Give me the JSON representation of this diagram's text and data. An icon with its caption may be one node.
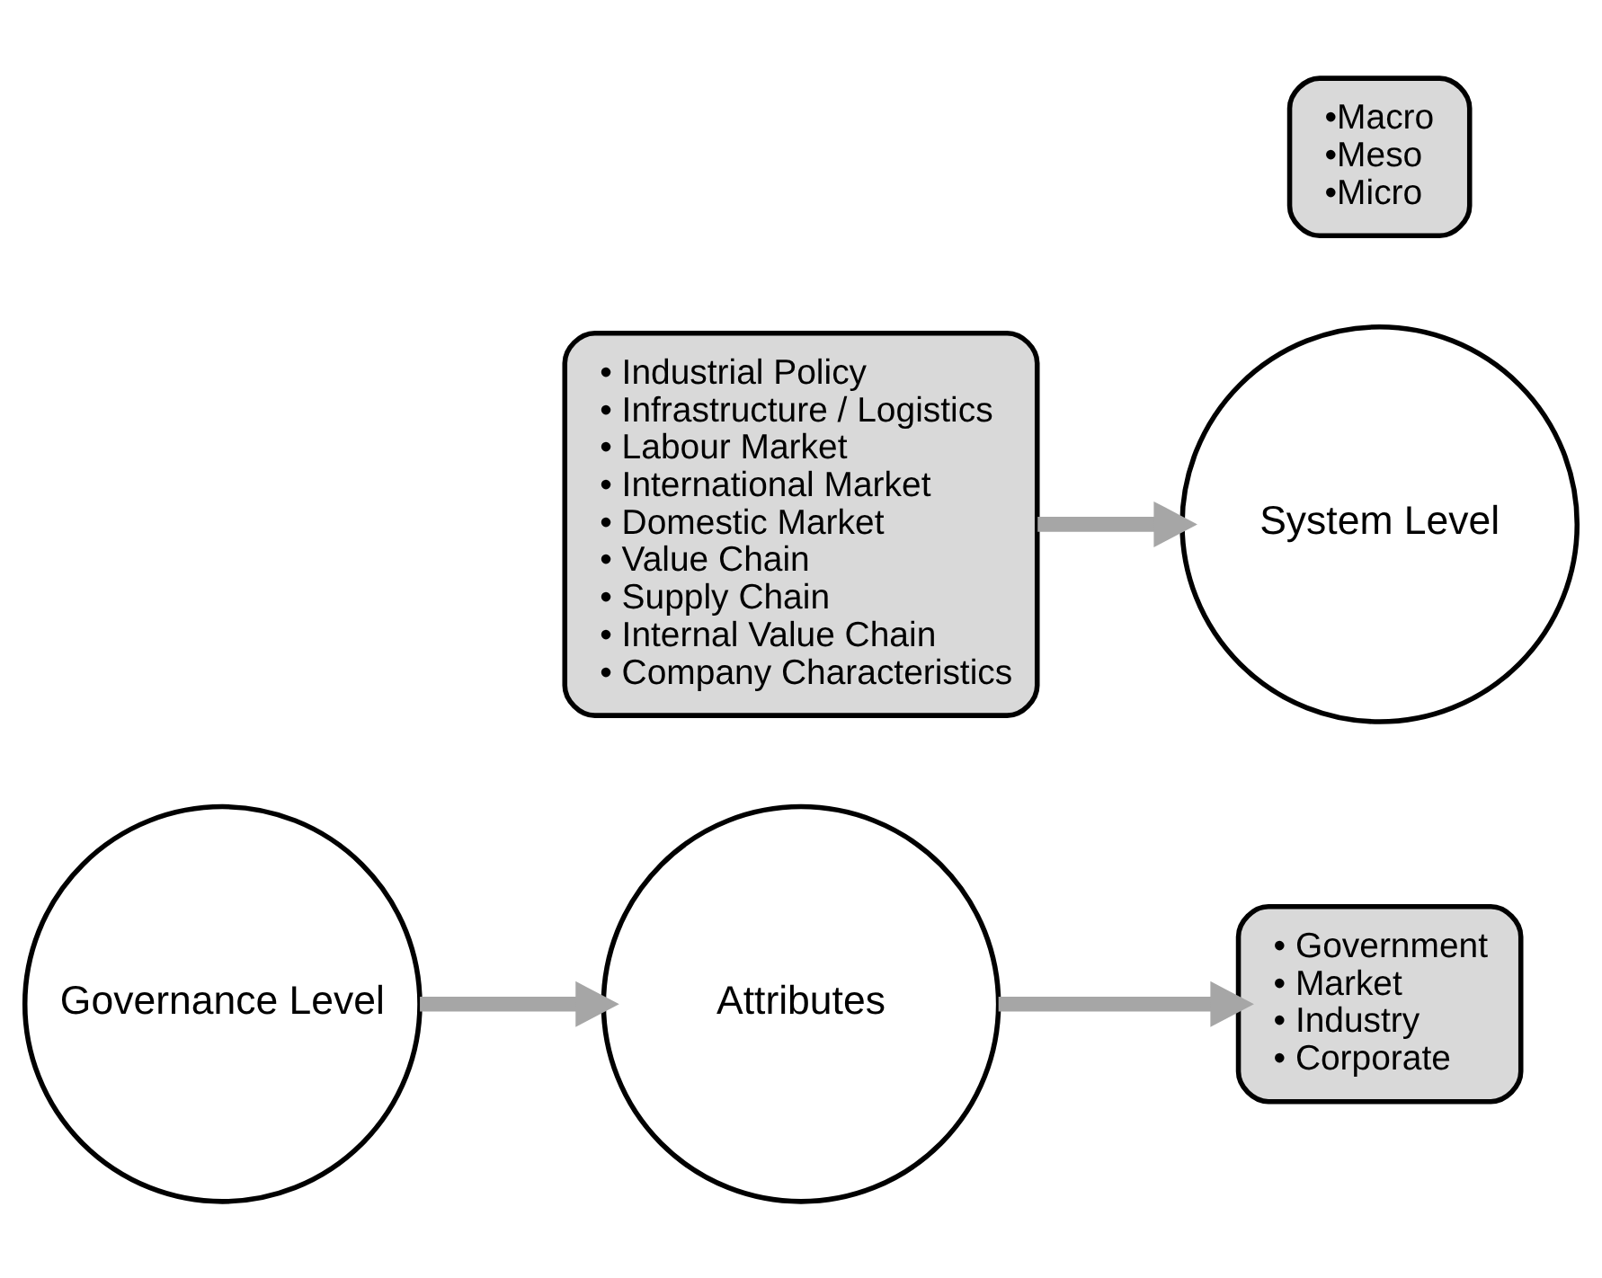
{
  "diagram": {
    "nodes": [
      {
        "text": [
          "Attributes"
        ]
      },
      {
        "text": [
          "• Industrial Policy",
          "• Infrastructure / Logistics",
          "• Labour Market",
          "• International Market",
          "• Domestic Market",
          "• Value Chain",
          "• Supply Chain",
          "• Internal Value Chain",
          "• Company Characteristics"
        ]
      },
      {
        "text": [
          "Governance Level"
        ]
      },
      {
        "text": [
          "• Government",
          "• Market",
          "• Industry",
          "• Corporate"
        ]
      },
      {
        "text": [
          "System Level"
        ]
      },
      {
        "text": [
          "•Macro",
          "•Meso",
          "•Micro"
        ]
      }
    ],
    "edges": [
      {
        "from": 2,
        "to": 0,
        "arrow": "to"
      },
      {
        "from": 0,
        "to": 3,
        "arrow": "to"
      },
      {
        "from": 1,
        "to": 4,
        "arrow": "to"
      }
    ]
  }
}
